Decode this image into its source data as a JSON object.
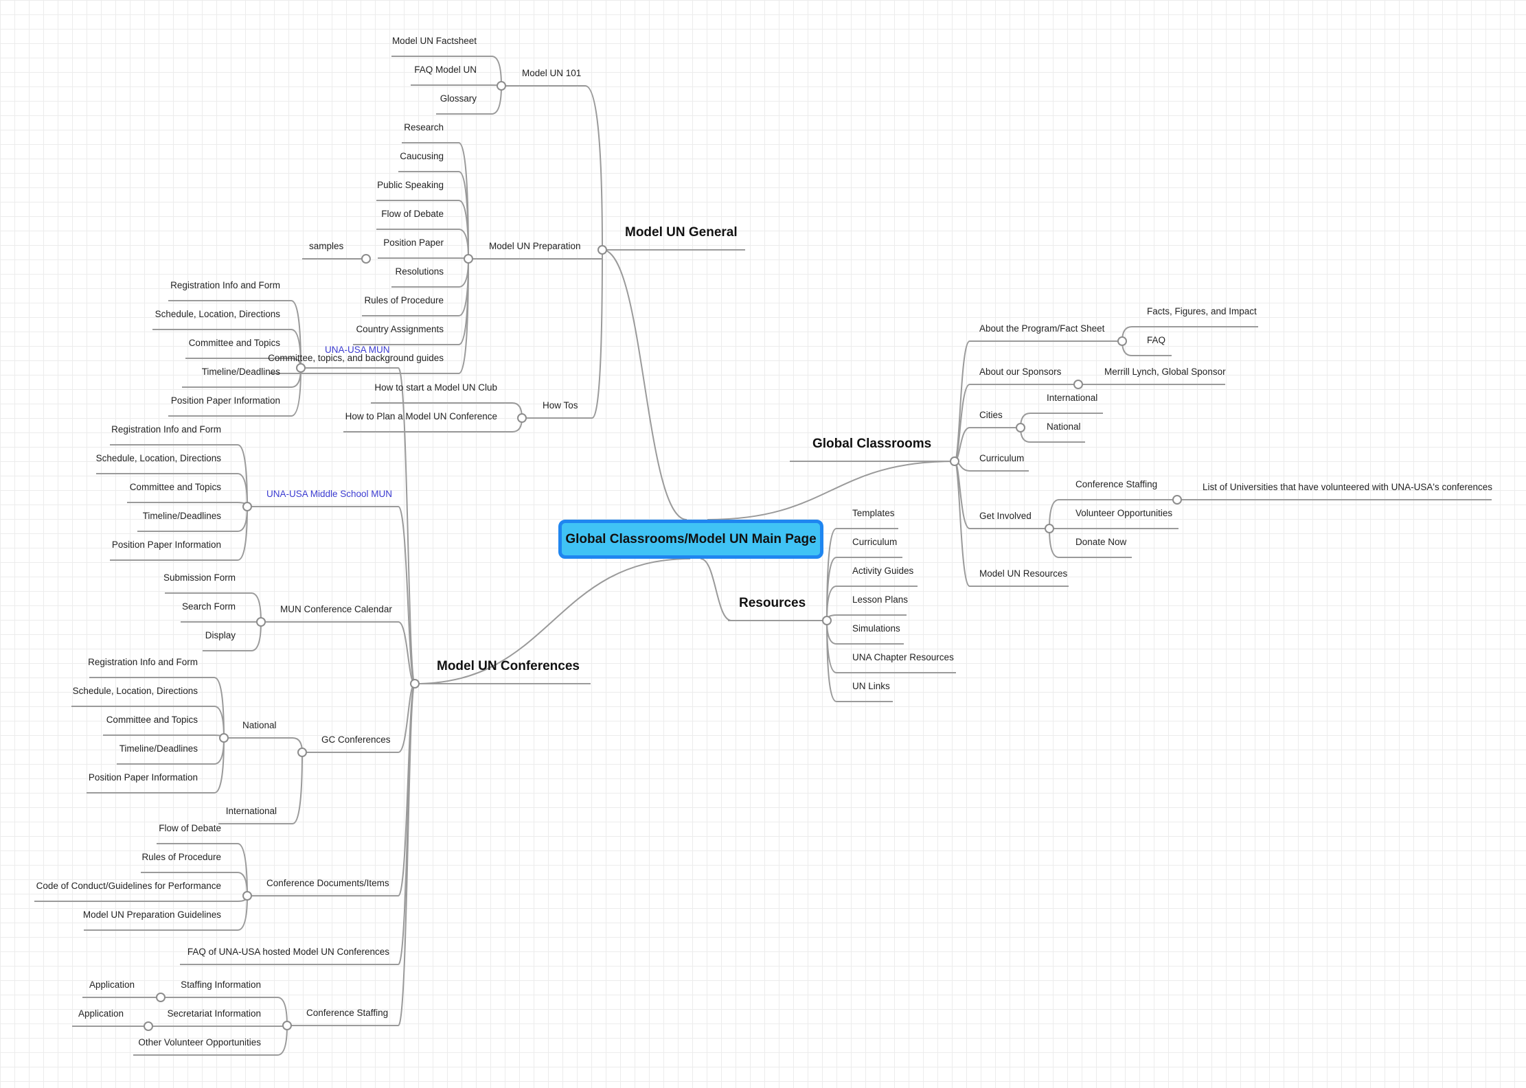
{
  "colors": {
    "root_fill": "#40c3f5",
    "root_border": "#1f86f0",
    "connector": "#9a9a9a",
    "link_text": "#3a3ad0"
  },
  "root": {
    "label": "Global Classrooms/Model UN Main Page"
  },
  "model_un_general": {
    "label": "Model UN General",
    "model_un_101": {
      "label": "Model UN 101",
      "items": [
        "Model UN Factsheet",
        "FAQ Model UN",
        "Glossary"
      ]
    },
    "model_un_preparation": {
      "label": "Model UN Preparation",
      "items": [
        "Research",
        "Caucusing",
        "Public Speaking",
        "Flow of Debate",
        "Position Paper",
        "Resolutions",
        "Rules of Procedure",
        "Country Assignments",
        "Committee, topics, and background guides"
      ],
      "position_paper_child": "samples"
    },
    "how_tos": {
      "label": "How Tos",
      "items": [
        "How to start a Model UN Club",
        "How to Plan a Model UN Conference"
      ]
    }
  },
  "model_un_conferences": {
    "label": "Model UN Conferences",
    "una_usa_mun": {
      "label": "UNA-USA MUN",
      "items": [
        "Registration Info and Form",
        "Schedule, Location, Directions",
        "Committee and Topics",
        "Timeline/Deadlines",
        "Position Paper Information"
      ]
    },
    "una_usa_ms_mun": {
      "label": "UNA-USA Middle School MUN",
      "items": [
        "Registration Info and Form",
        "Schedule, Location, Directions",
        "Committee and Topics",
        "Timeline/Deadlines",
        "Position Paper Information"
      ]
    },
    "calendar": {
      "label": "MUN Conference Calendar",
      "items": [
        "Submission Form",
        "Search Form",
        "Display"
      ]
    },
    "gc_conferences": {
      "label": "GC Conferences",
      "national": {
        "label": "National",
        "items": [
          "Registration Info and Form",
          "Schedule, Location, Directions",
          "Committee and Topics",
          "Timeline/Deadlines",
          "Position Paper Information"
        ]
      },
      "international": "International"
    },
    "documents": {
      "label": "Conference Documents/Items",
      "items": [
        "Flow of Debate",
        "Rules of Procedure",
        "Code of Conduct/Guidelines for Performance",
        "Model UN Preparation Guidelines"
      ]
    },
    "faq": "FAQ of UNA-USA hosted Model UN Conferences",
    "staffing": {
      "label": "Conference Staffing",
      "staffing_information": {
        "label": "Staffing Information",
        "child": "Application"
      },
      "secretariat_information": {
        "label": "Secretariat Information",
        "child": "Application"
      },
      "other": "Other Volunteer Opportunities"
    }
  },
  "global_classrooms": {
    "label": "Global Classrooms",
    "about_program": {
      "label": "About the Program/Fact Sheet",
      "items": [
        "Facts, Figures, and Impact",
        "FAQ"
      ]
    },
    "about_sponsors": {
      "label": "About our Sponsors",
      "child": "Merrill Lynch, Global Sponsor"
    },
    "cities": {
      "label": "Cities",
      "items": [
        "International",
        "National"
      ]
    },
    "curriculum": "Curriculum",
    "get_involved": {
      "label": "Get Involved",
      "conference_staffing": {
        "label": "Conference Staffing",
        "child": "List of Universities that have volunteered with UNA-USA's conferences"
      },
      "volunteer": "Volunteer Opportunities",
      "donate": "Donate Now"
    },
    "model_un_resources": "Model UN Resources"
  },
  "resources": {
    "label": "Resources",
    "items": [
      "Templates",
      "Curriculum",
      "Activity Guides",
      "Lesson Plans",
      "Simulations",
      "UNA Chapter Resources",
      "UN Links"
    ]
  }
}
